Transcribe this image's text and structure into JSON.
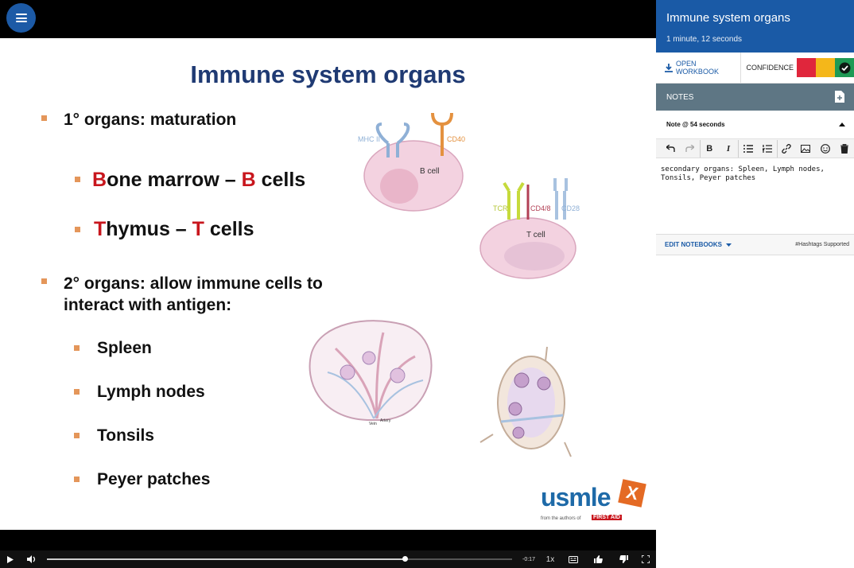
{
  "slide": {
    "title": "Immune system organs",
    "bullet1": "1° organs: maturation",
    "bone_first": "B",
    "bone_mid": "one marrow – ",
    "bone_b": "B",
    "bone_end": " cells",
    "thymus_first": "T",
    "thymus_mid": "hymus – ",
    "thymus_t": "T",
    "thymus_end": " cells",
    "bullet2_line1": "2° organs: allow immune cells to",
    "bullet2_line2": "interact with antigen:",
    "secondary": [
      "Spleen",
      "Lymph nodes",
      "Tonsils",
      "Peyer patches"
    ],
    "bcell": {
      "mhc": "MHC II",
      "cd40": "CD40",
      "label": "B cell"
    },
    "tcell": {
      "tcr": "TCR",
      "cd48": "CD4/8",
      "cd28": "CD28",
      "label": "T cell"
    },
    "spleen_labels": {
      "vein": "Vein",
      "artery": "Artery"
    },
    "logo": {
      "text": "usmle",
      "x": "X",
      "tagline": "from the authors of",
      "brand": "FIRST AID"
    }
  },
  "controls": {
    "time_remaining": "-0:17",
    "speed": "1x",
    "progress": 0.77
  },
  "panel": {
    "title": "Immune system organs",
    "duration": "1 minute, 12 seconds",
    "open_workbook": "OPEN WORKBOOK",
    "confidence": "CONFIDENCE",
    "conf_colors": [
      "#e0263c",
      "#f4b71a",
      "#1e9a55"
    ],
    "notes_label": "NOTES",
    "note_header": "Note @ 54 seconds",
    "note_text": "secondary organs: Spleen, Lymph nodes, Tonsils, Peyer patches",
    "edit_notebooks": "EDIT NOTEBOOKS",
    "hashtags": "#Hashtags Supported"
  },
  "colors": {
    "accent": "#1a5aa6",
    "title": "#1f3a73",
    "bullet": "#e4965a",
    "red": "#c8161d"
  }
}
